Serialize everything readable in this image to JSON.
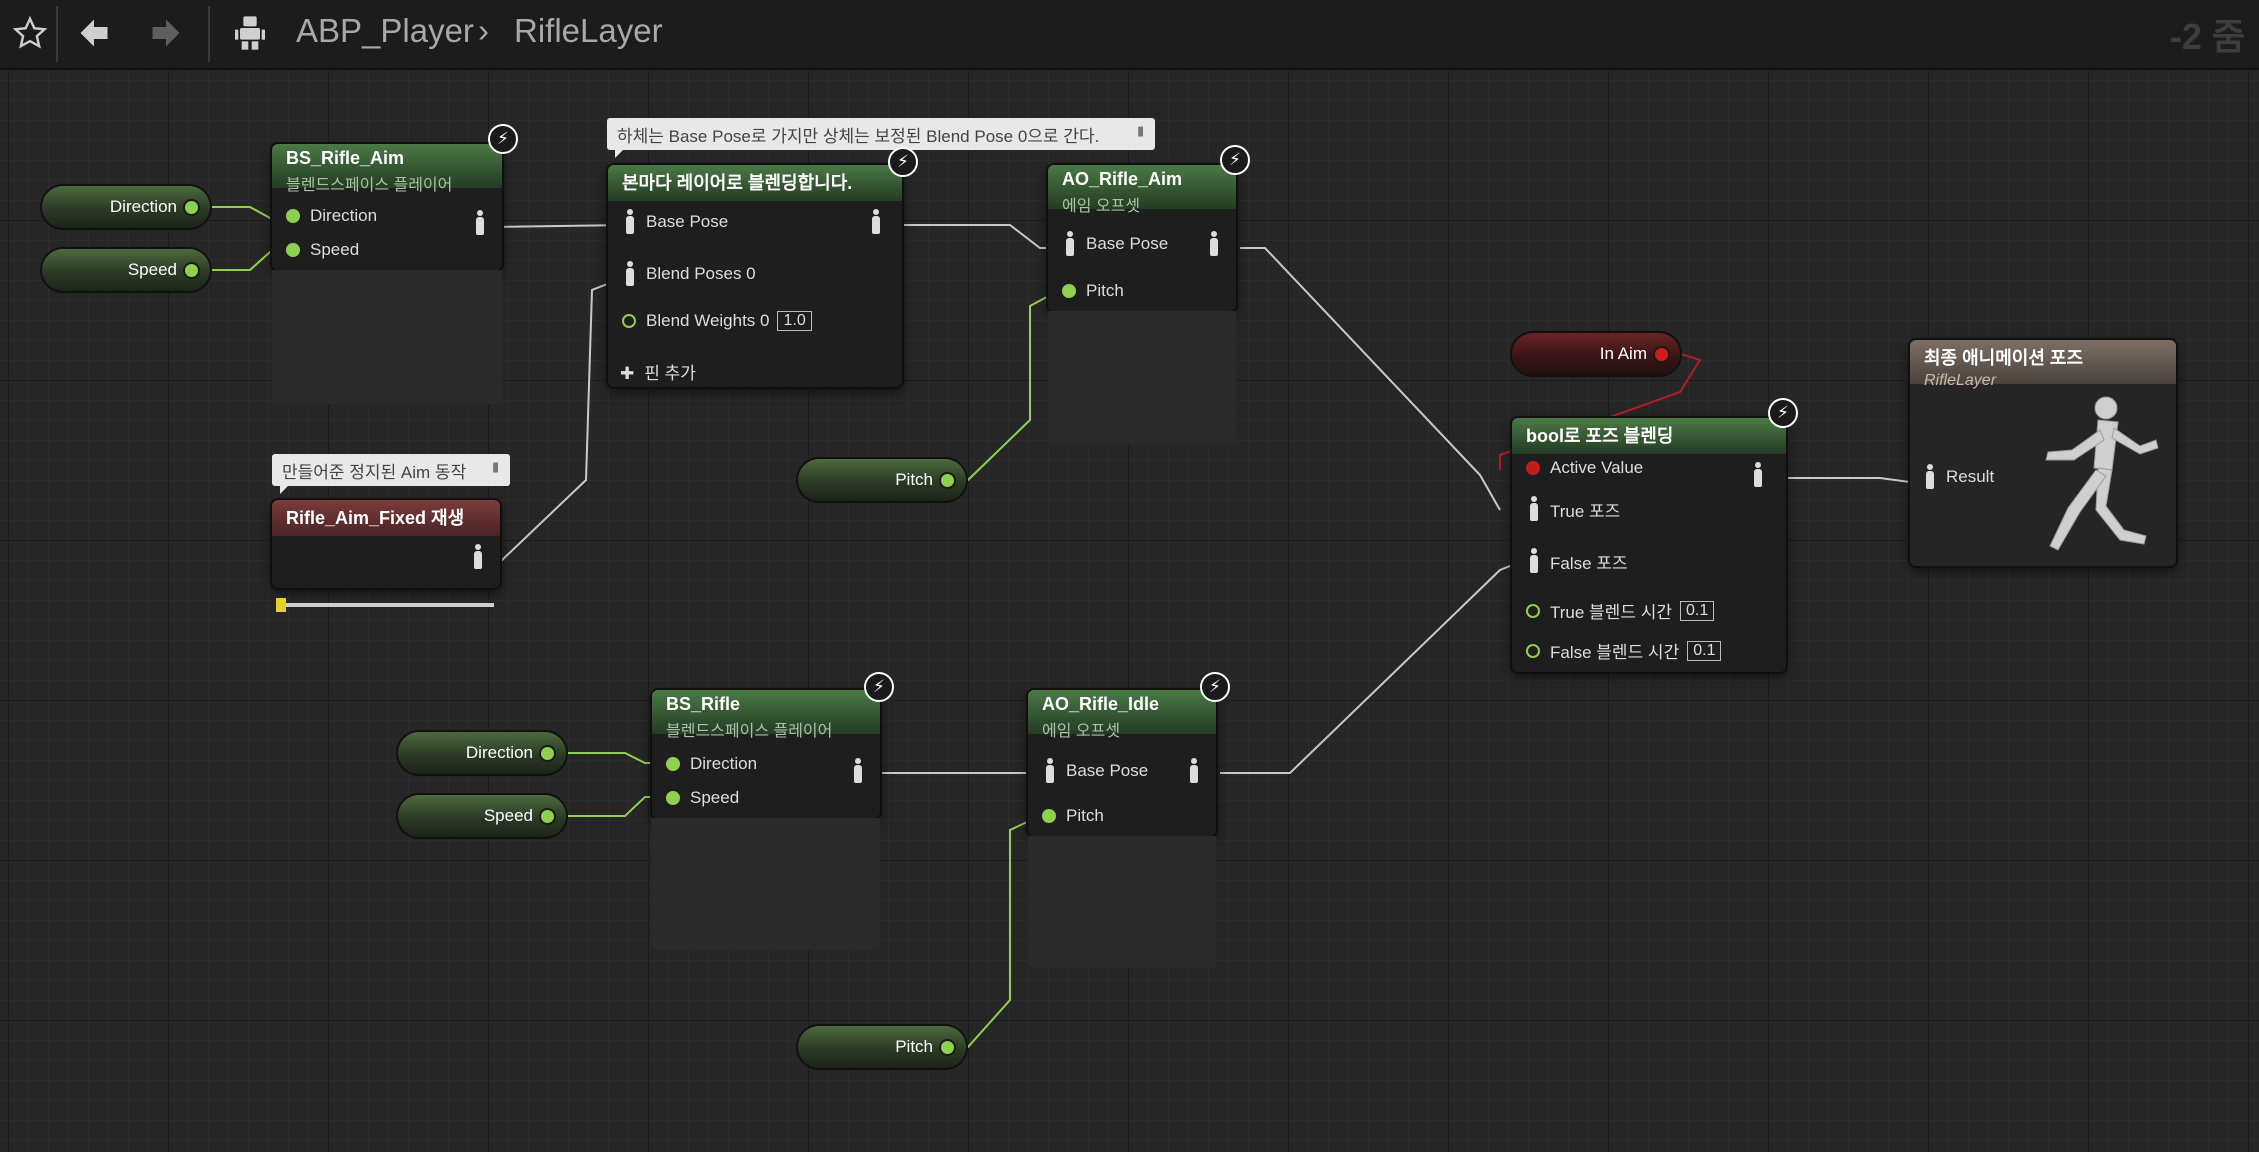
{
  "toolbar": {
    "star_icon": "star-icon",
    "back_icon": "arrow-left-icon",
    "forward_icon": "arrow-right-icon",
    "class_icon": "anim-blueprint-icon",
    "breadcrumb": [
      "ABP_Player",
      "RifleLayer"
    ],
    "breadcrumb_sep": "›",
    "zoom": "-2 줌"
  },
  "colors": {
    "pose_node_header": "#3e6a3a",
    "play_node_header": "#6a3030",
    "result_node_header": "#6b5e54",
    "float_pin": "#8fd14f",
    "bool_pin": "#c21c1c"
  },
  "nodes": {
    "bs_rifle_aim": {
      "title": "BS_Rifle_Aim",
      "subtitle": "블렌드스페이스 플레이어",
      "pins": {
        "direction": "Direction",
        "speed": "Speed"
      }
    },
    "layered_blend": {
      "title": "본마다 레이어로 블렌딩합니다.",
      "pins": {
        "base_pose": "Base Pose",
        "blend_poses": "Blend Poses 0",
        "blend_weights": "Blend Weights 0",
        "blend_weights_value": "1.0"
      },
      "add_pin": "핀 추가"
    },
    "ao_rifle_aim": {
      "title": "AO_Rifle_Aim",
      "subtitle": "에임 오프셋",
      "pins": {
        "base_pose": "Base Pose",
        "pitch": "Pitch"
      }
    },
    "rifle_aim_fixed": {
      "title": "Rifle_Aim_Fixed 재생",
      "playback": 0.0
    },
    "blend_by_bool": {
      "title": "bool로 포즈 블렌딩",
      "pins": {
        "active_value": "Active Value",
        "true_pose": "True 포즈",
        "false_pose": "False 포즈",
        "true_blend_time": "True 블렌드 시간",
        "true_blend_time_value": "0.1",
        "false_blend_time": "False 블렌드 시간",
        "false_blend_time_value": "0.1"
      }
    },
    "final_pose": {
      "title": "최종 애니메이션 포즈",
      "subtitle": "RifleLayer",
      "pins": {
        "result": "Result"
      }
    },
    "bs_rifle": {
      "title": "BS_Rifle",
      "subtitle": "블렌드스페이스 플레이어",
      "pins": {
        "direction": "Direction",
        "speed": "Speed"
      }
    },
    "ao_rifle_idle": {
      "title": "AO_Rifle_Idle",
      "subtitle": "에임 오프셋",
      "pins": {
        "base_pose": "Base Pose",
        "pitch": "Pitch"
      }
    }
  },
  "variables": {
    "direction_top": "Direction",
    "speed_top": "Speed",
    "pitch_mid": "Pitch",
    "in_aim": "In Aim",
    "direction_bottom": "Direction",
    "speed_bottom": "Speed",
    "pitch_bottom": "Pitch"
  },
  "comments": {
    "layered_blend": "하체는 Base Pose로 가지만 상체는 보정된 Blend Pose 0으로  간다.",
    "rifle_aim_fixed": "만들어준 정지된 Aim 동작"
  }
}
